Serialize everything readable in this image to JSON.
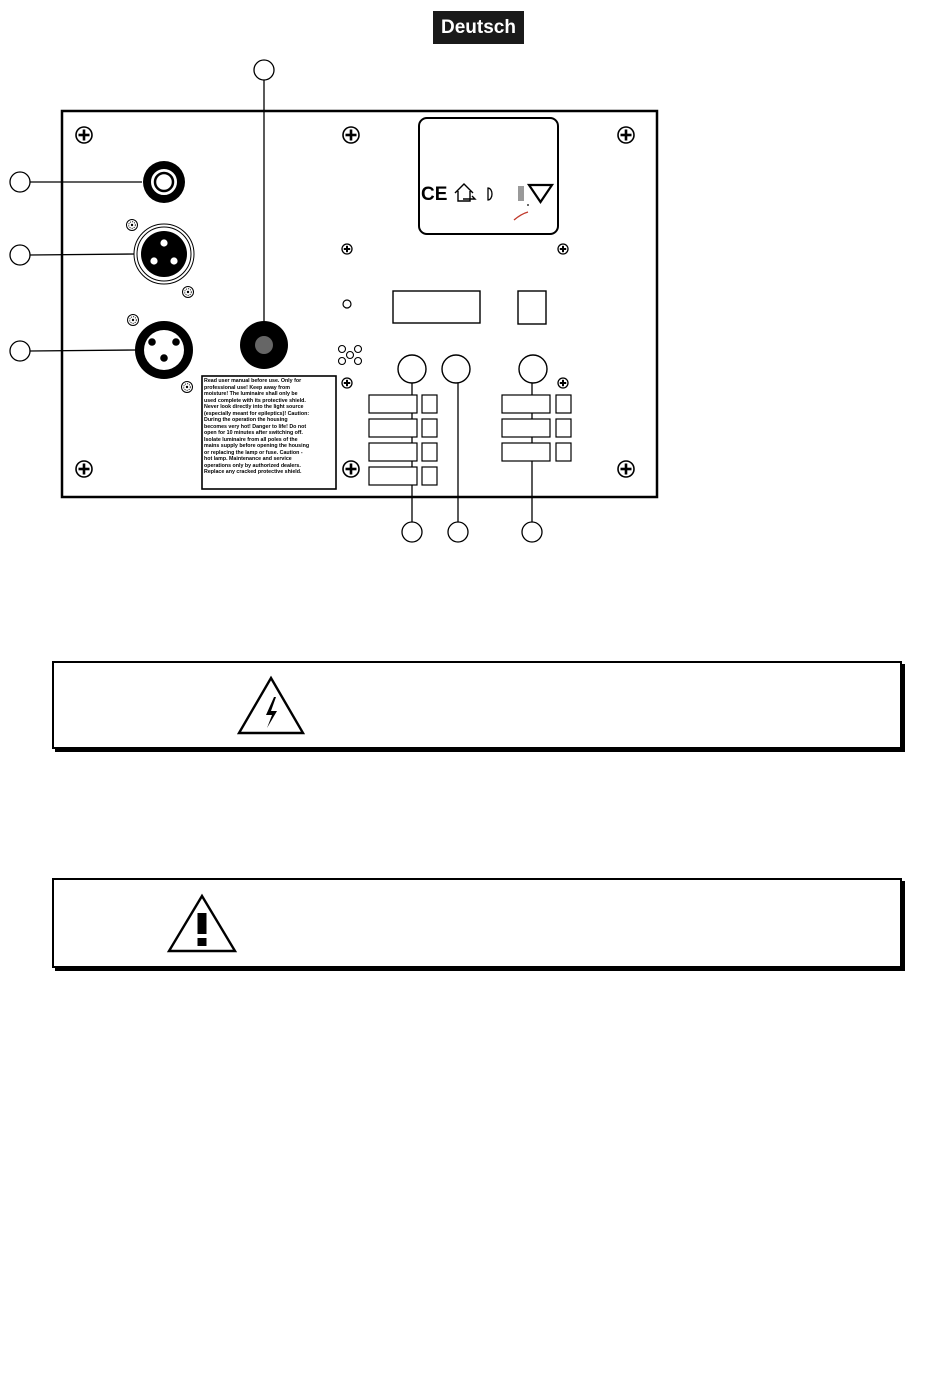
{
  "header": {
    "language_label": "Deutsch"
  },
  "device_panel": {
    "warning_label_text": "Read user manual before use. Only for\nprofessional use! Keep away from\nmoisture! The luminaire shall only be\nused complete with its protective shield.\nNever look directly into the light source\n(especially meant for epileptics)! Caution:\nDuring the operation the housing\nbecomes very hot! Danger to life! Do not\nopen for 10 minutes after switching off.\nIsolate luminaire from all poles of the\nmains supply before opening the housing\nor  replacing the lamp or fuse. Caution -\nhot lamp. Maintenance and service\noperations only by authorized dealers.\nReplace any cracked protective shield.",
    "certification_marks": "CE"
  },
  "notices": [
    {
      "icon": "electric-shock-warning-icon"
    },
    {
      "icon": "caution-exclamation-icon"
    }
  ]
}
